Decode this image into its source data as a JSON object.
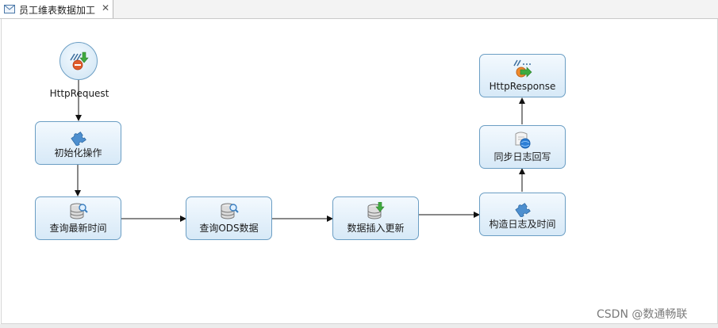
{
  "tab": {
    "title": "员工维表数据加工",
    "close_glyph": "✕",
    "icon": "envelope-icon"
  },
  "nodes": {
    "start": {
      "label": "HttpRequest",
      "icon": "http-request-icon"
    },
    "init": {
      "label": "初始化操作",
      "icon": "puzzle-icon"
    },
    "query_latest": {
      "label": "查询最新时间",
      "icon": "database-search-icon"
    },
    "query_ods": {
      "label": "查询ODS数据",
      "icon": "database-search-icon"
    },
    "insert_update": {
      "label": "数据插入更新",
      "icon": "database-insert-icon"
    },
    "build_log": {
      "label": "构造日志及时间",
      "icon": "puzzle-icon"
    },
    "sync_log": {
      "label": "同步日志回写",
      "icon": "web-service-icon"
    },
    "response": {
      "label": "HttpResponse",
      "icon": "http-response-icon"
    }
  },
  "watermark": "CSDN @数通畅联",
  "colors": {
    "node_border": "#6b9ec4",
    "node_fill_top": "#f3f9fe",
    "node_fill_bottom": "#d7e9f7",
    "arrow": "#111111"
  }
}
